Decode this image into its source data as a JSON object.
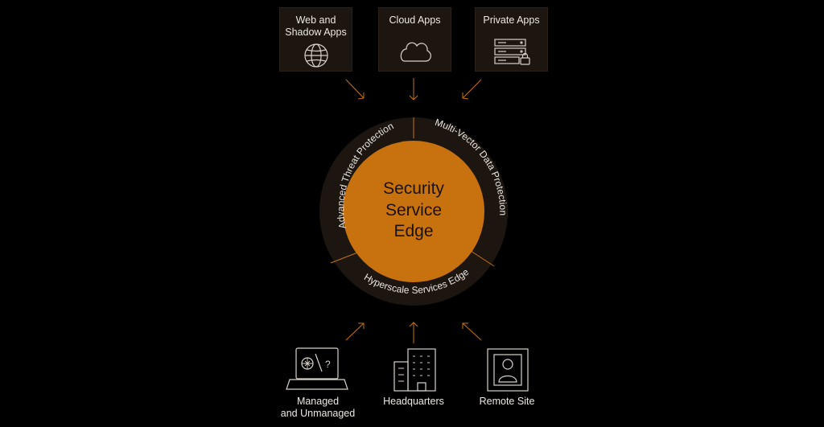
{
  "colors": {
    "background": "#000000",
    "accent": "#c8720f",
    "ring": "#1c1510",
    "box": "#1c1510",
    "line": "#c8c2b8"
  },
  "sources": [
    {
      "label_line1": "Web and",
      "label_line2": "Shadow Apps",
      "icon": "globe-icon"
    },
    {
      "label_line1": "Cloud Apps",
      "icon": "cloud-icon"
    },
    {
      "label_line1": "Private Apps",
      "icon": "server-lock-icon"
    }
  ],
  "center": {
    "line1": "Security",
    "line2": "Service",
    "line3": "Edge"
  },
  "ring_sections": {
    "left": "Advanced Threat Protection",
    "right": "Multi-Vector Data Protection",
    "bottom": "Hyperscale Services Edge"
  },
  "endpoints": [
    {
      "label_line1": "Managed",
      "label_line2": "and Unmanaged",
      "icon": "laptop-icon"
    },
    {
      "label_line1": "Headquarters",
      "icon": "building-icon"
    },
    {
      "label_line1": "Remote Site",
      "icon": "user-badge-icon"
    }
  ]
}
